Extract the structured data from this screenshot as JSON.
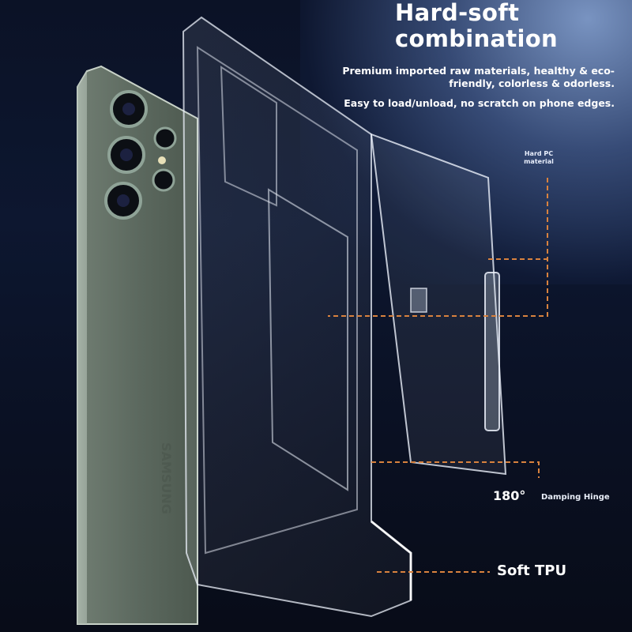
{
  "headline": {
    "line1": "Hard-soft",
    "line2": "combination"
  },
  "description": {
    "para1": "Premium imported raw materials, healthy & eco-friendly, colorless & odorless.",
    "para2": "Easy to load/unload, no scratch on phone edges."
  },
  "callouts": {
    "hard_pc": {
      "line1": "Hard PC",
      "line2": "material"
    },
    "angle": "180°",
    "hinge": "Damping Hinge",
    "soft_tpu": "Soft TPU"
  },
  "product": {
    "phone_brand_mark": "SAMSUNG",
    "phone_color": "#5f6c62",
    "callout_line_color": "#d9823e"
  }
}
